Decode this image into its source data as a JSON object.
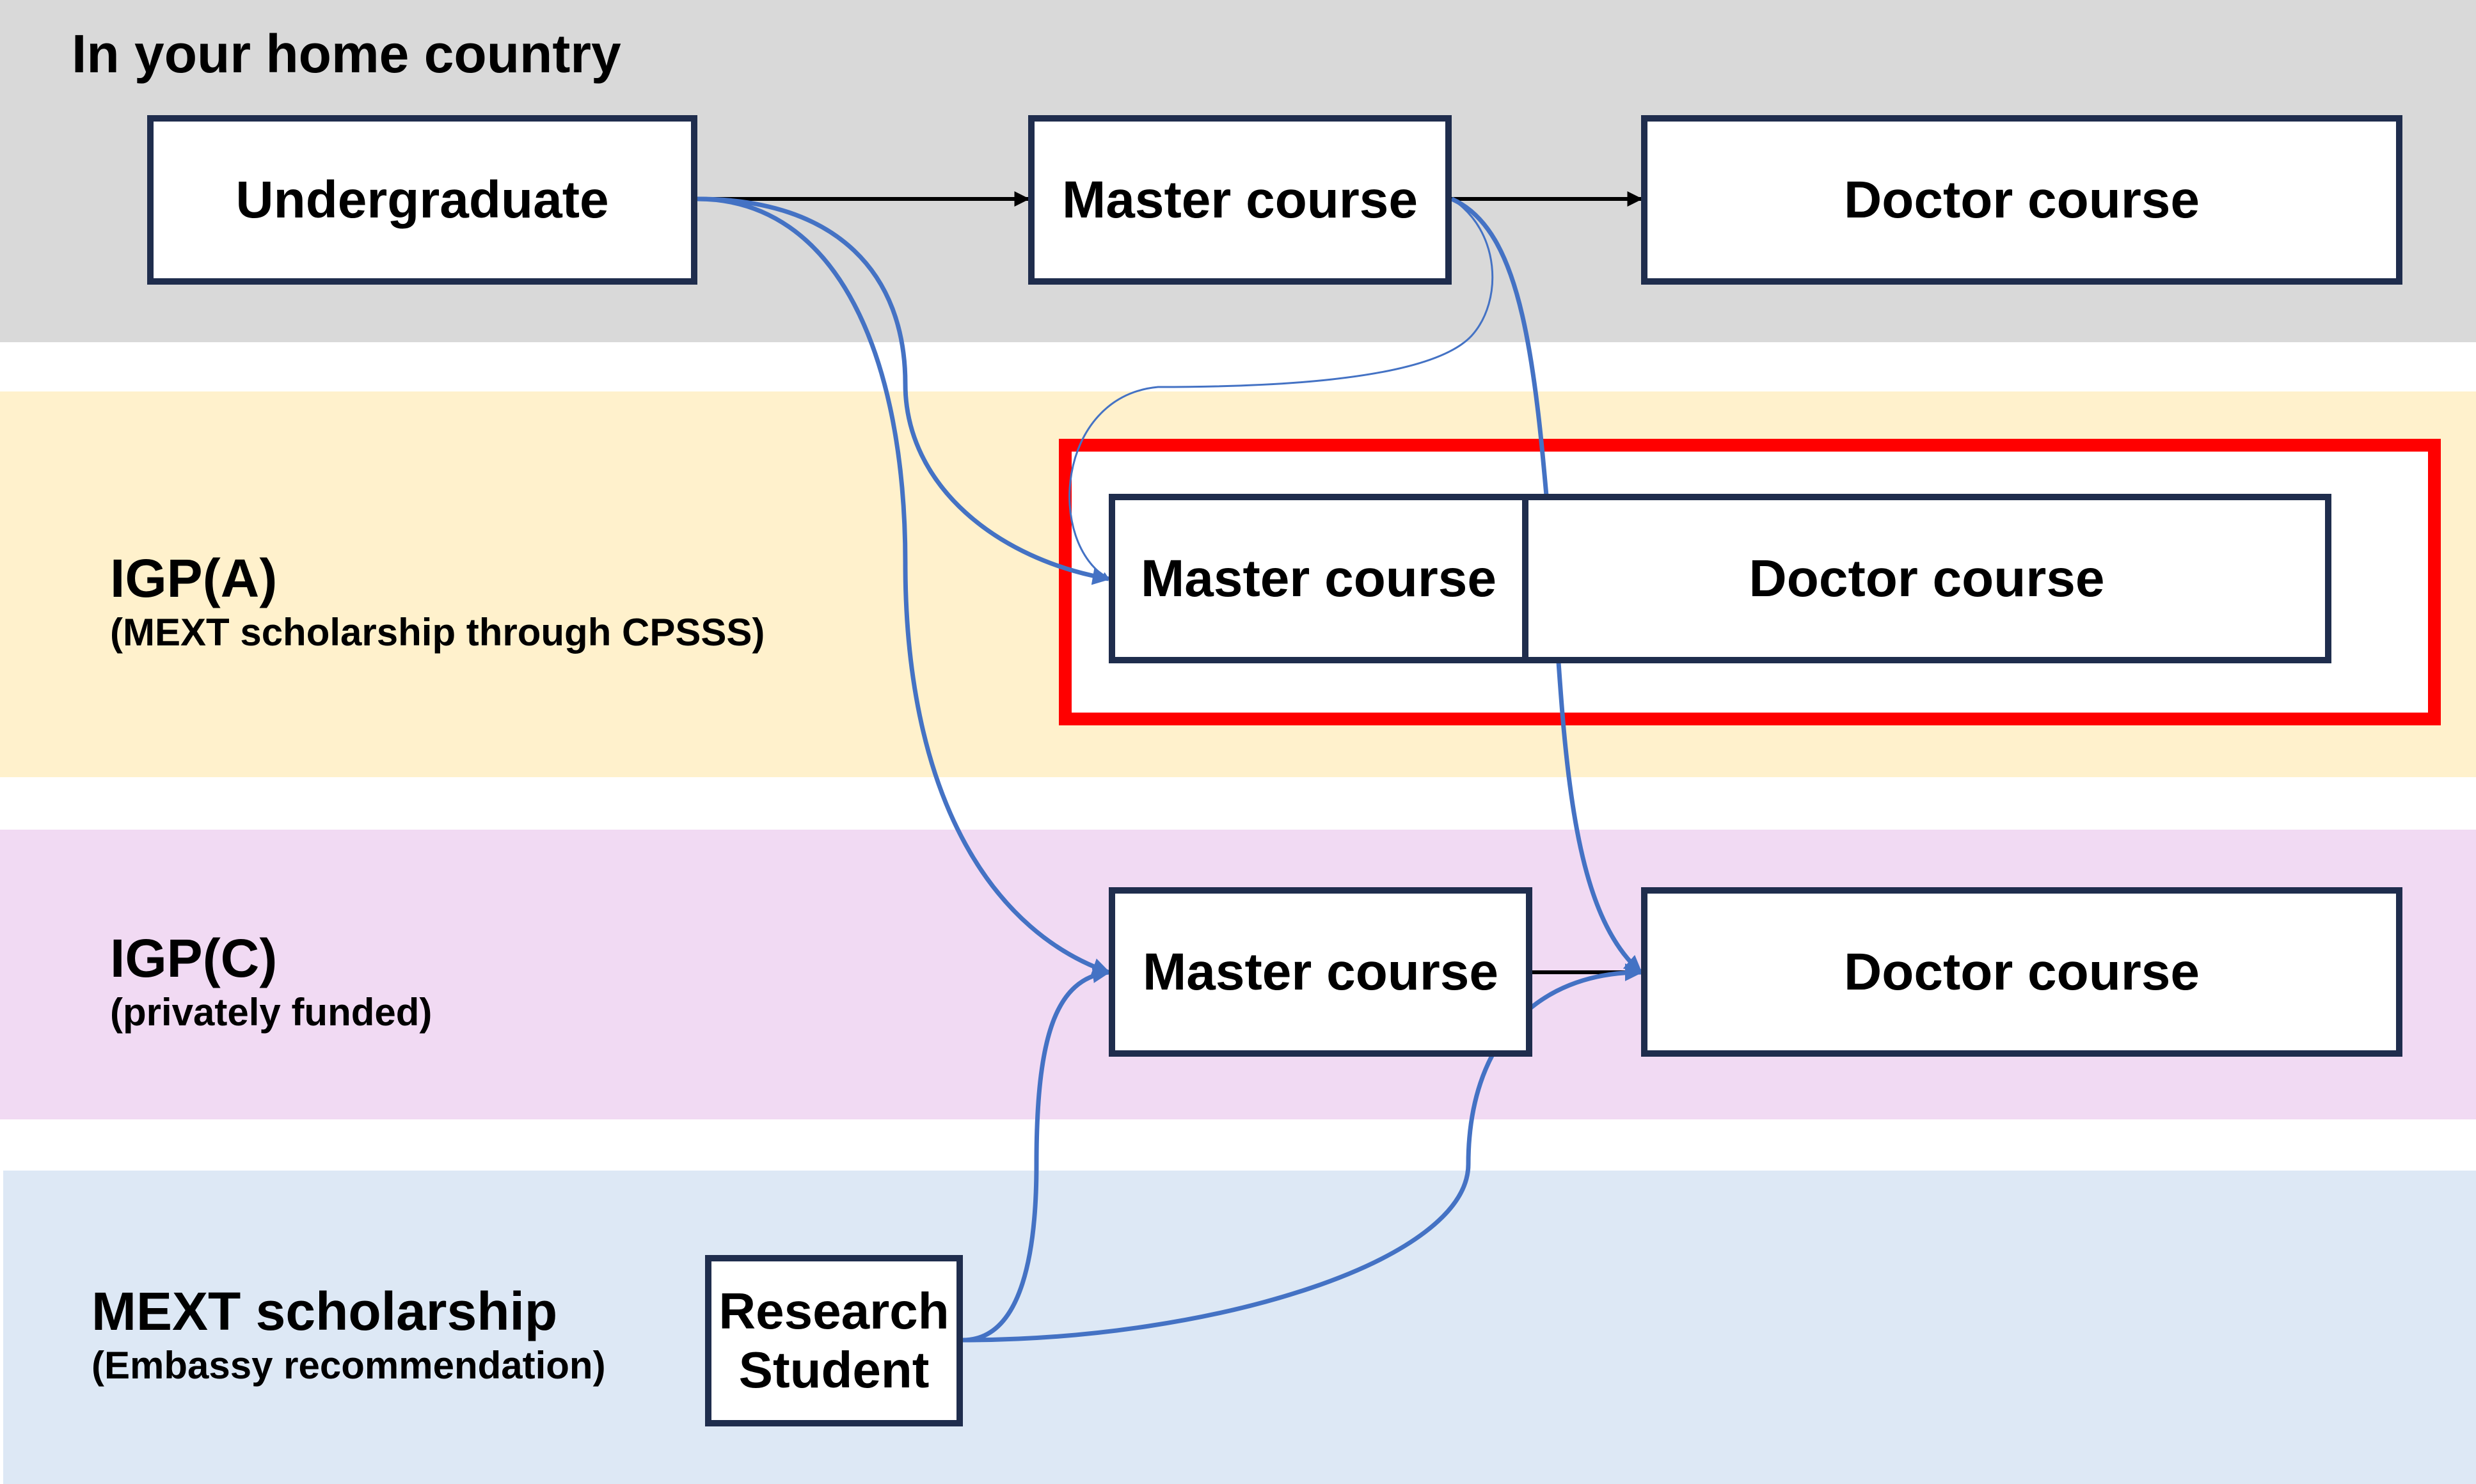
{
  "bands": {
    "home": {
      "label": "In your home country"
    },
    "igp_a": {
      "label": "IGP(A)",
      "sublabel": "(MEXT scholarship through CPSSS)"
    },
    "igp_c": {
      "label": "IGP(C)",
      "sublabel": "(privately funded)"
    },
    "mext": {
      "label": "MEXT scholarship",
      "sublabel": "(Embassy recommendation)"
    }
  },
  "boxes": {
    "home_undergraduate": "Undergraduate",
    "home_master": "Master course",
    "home_doctor": "Doctor course",
    "a_master": "Master course",
    "a_doctor": "Doctor course",
    "c_master": "Master course",
    "c_doctor": "Doctor course",
    "research_student_line1": "Research",
    "research_student_line2": "Student"
  },
  "colors": {
    "home_band": "#d9d9d9",
    "igp_a_band": "#fff1cc",
    "igp_c_band": "#f1daf3",
    "mext_band": "#dde8f5",
    "box_border": "#1f2d4d",
    "highlight": "#ff0000",
    "connector_black": "#000000",
    "connector_blue": "#4472c4"
  }
}
